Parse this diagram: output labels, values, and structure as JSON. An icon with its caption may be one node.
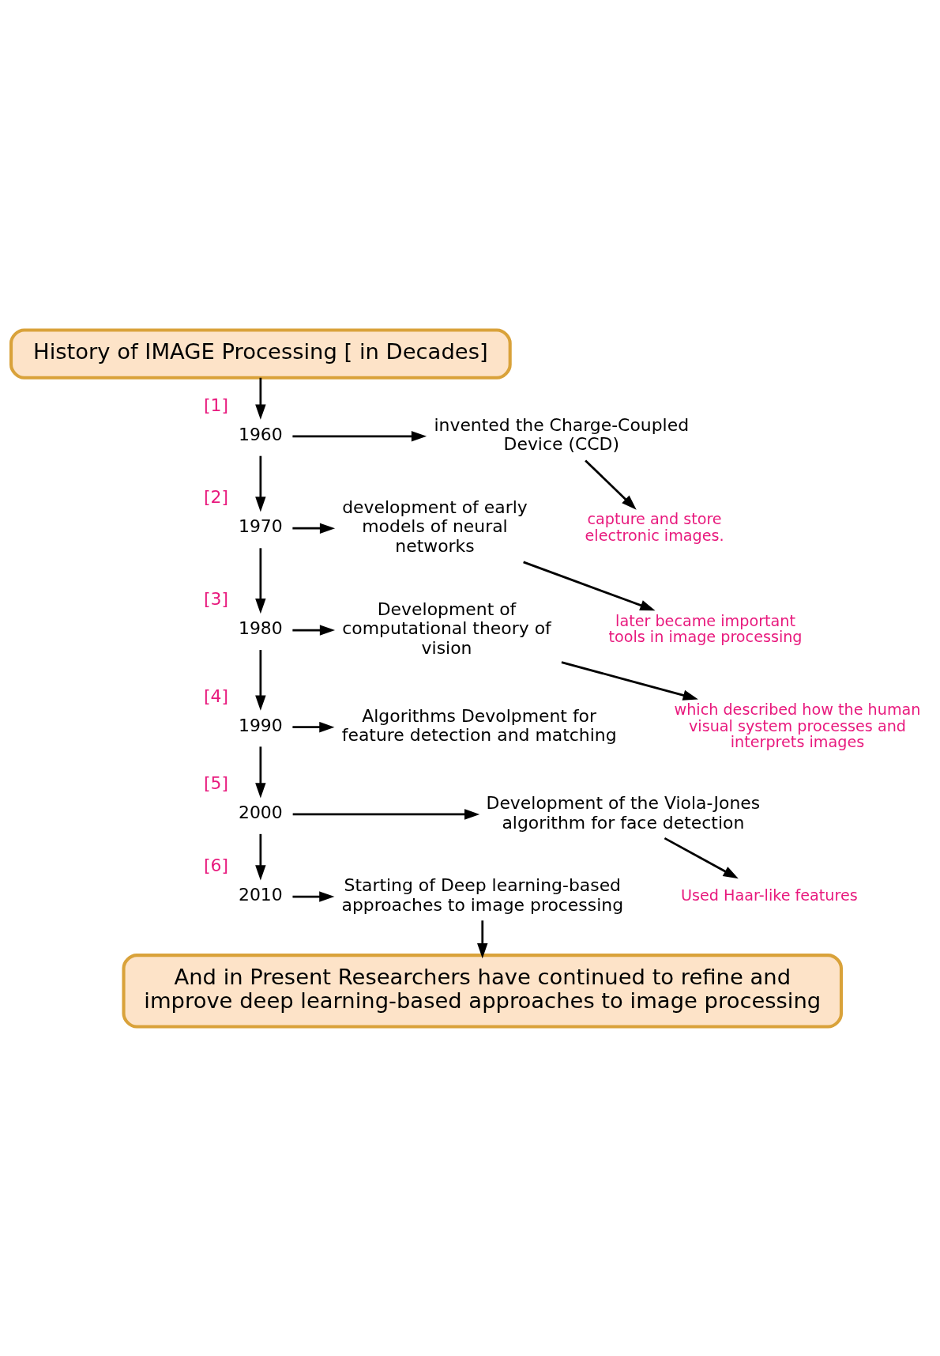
{
  "diagram": {
    "nodes": [
      {
        "text": [
          "History of IMAGE Processing [ in Decades]"
        ]
      },
      {
        "text": [
          "1960"
        ],
        "beside": [
          "[1]"
        ]
      },
      {
        "text": [
          "invented the Charge-Coupled Device (CCD)"
        ]
      },
      {
        "text": [
          "capture and store electronic images."
        ]
      },
      {
        "text": [
          "1970"
        ],
        "beside": [
          "[2]"
        ]
      },
      {
        "text": [
          "development of early models of neural networks"
        ]
      },
      {
        "text": [
          "later became important tools in image processing"
        ]
      },
      {
        "text": [
          "1980"
        ],
        "beside": [
          "[3]"
        ]
      },
      {
        "text": [
          "Development of computational theory of vision"
        ]
      },
      {
        "text": [
          "which described how the human visual system processes and interprets images"
        ]
      },
      {
        "text": [
          "1990"
        ],
        "beside": [
          "[4]"
        ]
      },
      {
        "text": [
          "Algorithms Devolpment for feature detection and matching"
        ]
      },
      {
        "text": [
          "2000"
        ],
        "beside": [
          "[5]"
        ]
      },
      {
        "text": [
          "Development of the Viola-Jones algorithm for face detection"
        ]
      },
      {
        "text": [
          "Used Haar-like features"
        ]
      },
      {
        "text": [
          "2010"
        ],
        "beside": [
          "[6]"
        ]
      },
      {
        "text": [
          "Starting of Deep learning-based approaches to image processing"
        ]
      },
      {
        "text": [
          "And in Present Researchers have continued to refine and improve deep learning-based approaches to image processing"
        ]
      }
    ],
    "edges": [
      {
        "from": 0,
        "to": 1,
        "arrow": "to"
      },
      {
        "from": 1,
        "to": 2,
        "arrow": "to"
      },
      {
        "from": 2,
        "to": 3,
        "arrow": "to"
      },
      {
        "from": 1,
        "to": 4,
        "arrow": "to"
      },
      {
        "from": 4,
        "to": 5,
        "arrow": "to"
      },
      {
        "from": 5,
        "to": 6,
        "arrow": "to"
      },
      {
        "from": 4,
        "to": 7,
        "arrow": "to"
      },
      {
        "from": 7,
        "to": 8,
        "arrow": "to"
      },
      {
        "from": 8,
        "to": 9,
        "arrow": "to"
      },
      {
        "from": 7,
        "to": 10,
        "arrow": "to"
      },
      {
        "from": 10,
        "to": 11,
        "arrow": "to"
      },
      {
        "from": 10,
        "to": 12,
        "arrow": "to"
      },
      {
        "from": 12,
        "to": 13,
        "arrow": "to"
      },
      {
        "from": 13,
        "to": 14,
        "arrow": "to"
      },
      {
        "from": 12,
        "to": 15,
        "arrow": "to"
      },
      {
        "from": 15,
        "to": 16,
        "arrow": "to"
      },
      {
        "from": 16,
        "to": 17,
        "arrow": "to"
      }
    ]
  }
}
